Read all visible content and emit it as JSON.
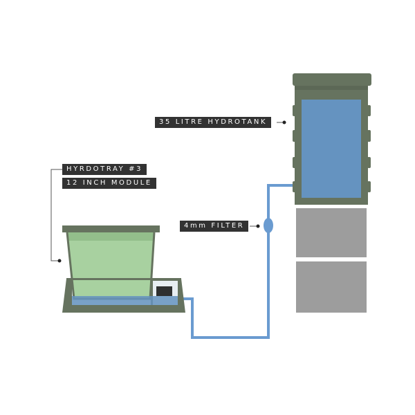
{
  "labels": {
    "tank": "35 LITRE HYDROTANK",
    "filter": "4mm FILTER",
    "tray_name": "HYRDOTRAY #3",
    "tray_size": "12 INCH MODULE"
  },
  "colors": {
    "frame": "#66735f",
    "water": "#6593c0",
    "pipe": "#6a9bd0",
    "plant_pot": "#a8d1a0",
    "stand": "#9d9d9d",
    "label_bg": "#323232"
  }
}
